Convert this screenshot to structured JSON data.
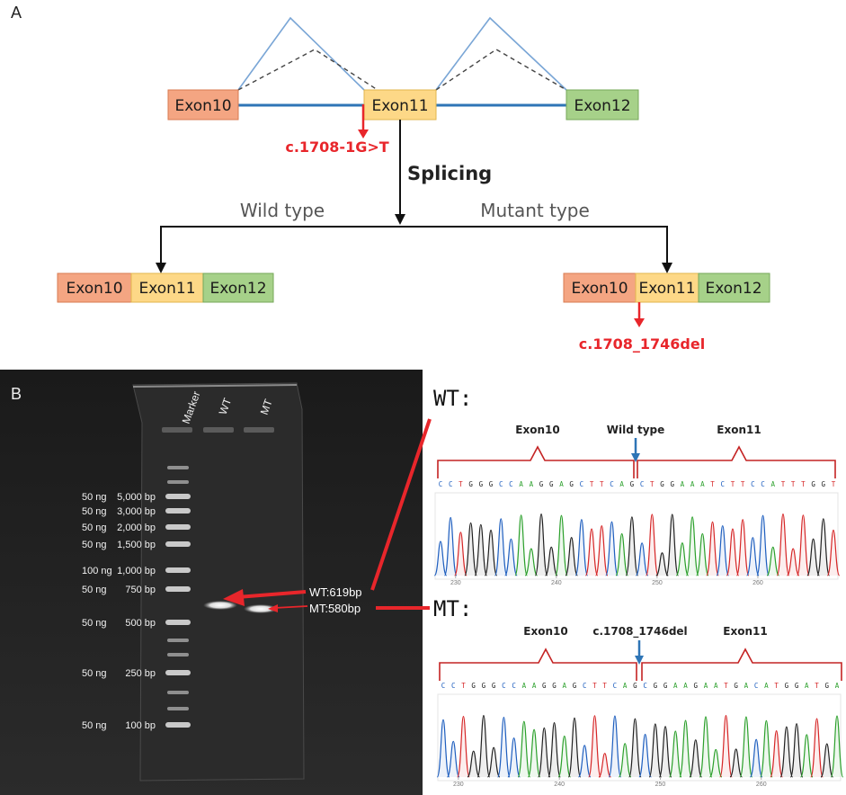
{
  "panel_a": {
    "label": "A",
    "gene_exons": [
      "Exon10",
      "Exon11",
      "Exon12"
    ],
    "mutation_label": "c.1708-1G>T",
    "splicing_label": "Splicing",
    "wild_type_label": "Wild type",
    "mutant_type_label": "Mutant type",
    "wild_exons": [
      "Exon10",
      "Exon11",
      "Exon12"
    ],
    "mutant_exons": [
      "Exon10",
      "Exon11",
      "Exon12"
    ],
    "mutant_del_label": "c.1708_1746del"
  },
  "panel_b": {
    "label": "B",
    "lanes": [
      "Marker",
      "WT",
      "MT"
    ],
    "ladder": [
      {
        "amount": "50 ng",
        "size": "5,000 bp"
      },
      {
        "amount": "50 ng",
        "size": "3,000 bp"
      },
      {
        "amount": "50 ng",
        "size": "2,000 bp"
      },
      {
        "amount": "50 ng",
        "size": "1,500 bp"
      },
      {
        "amount": "100 ng",
        "size": "1,000 bp"
      },
      {
        "amount": "50 ng",
        "size": "750 bp"
      },
      {
        "amount": "50 ng",
        "size": "500 bp"
      },
      {
        "amount": "50 ng",
        "size": "250 bp"
      },
      {
        "amount": "50 ng",
        "size": "100 bp"
      }
    ],
    "wt_band": "WT:619bp",
    "mt_band": "MT:580bp"
  },
  "sequencing": {
    "wt": {
      "header": "WT:",
      "left_label": "Exon10",
      "mid_label": "Wild type",
      "right_label": "Exon11",
      "bases": "CCTGGGCCAAGGAGCTTCAGCTGGAAATCTTCCATTTGGT",
      "ticks": [
        "230",
        "240",
        "250",
        "260"
      ]
    },
    "mt": {
      "header": "MT:",
      "left_label": "Exon10",
      "mid_label": "c.1708_1746del",
      "right_label": "Exon11",
      "bases": "CCTGGGCCAAGGAGCTTCAGCGGAAGAATGACATGGATGA",
      "ticks": [
        "230",
        "240",
        "250",
        "260"
      ]
    }
  },
  "colors": {
    "exon10_fill": "#f4a582",
    "exon11_fill": "#fdd887",
    "exon12_fill": "#a6d189",
    "intron_line": "#2e75b6",
    "mutation_red": "#e8262b",
    "base_A": "#2ca02c",
    "base_C": "#1f5fbf",
    "base_G": "#222222",
    "base_T": "#d62728"
  }
}
